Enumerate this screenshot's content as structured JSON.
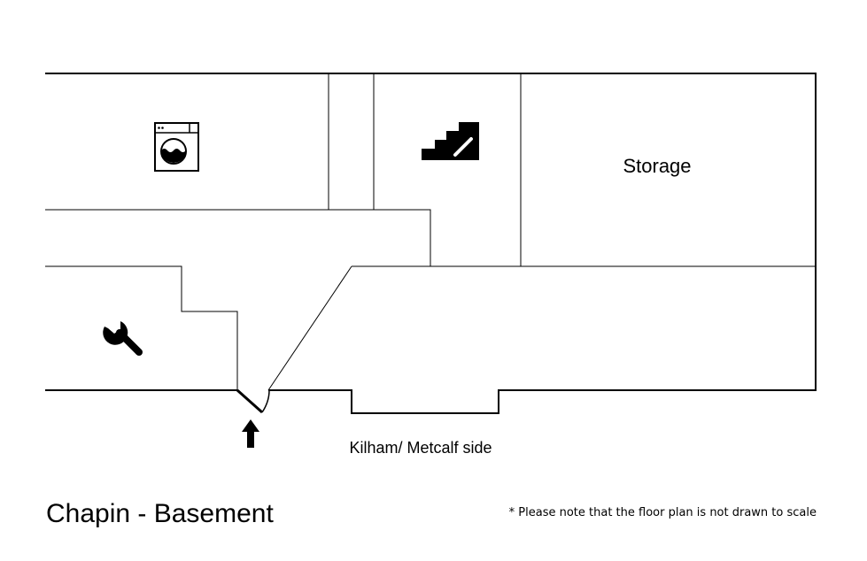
{
  "plan": {
    "title": "Chapin - Basement",
    "note": "* Please note that the floor plan is not drawn to scale",
    "rooms": {
      "storage_label": "Storage"
    },
    "entrance_label": "Kilham/ Metcalf side",
    "icons": {
      "laundry": "washing-machine-icon",
      "stairs": "stairs-icon",
      "maintenance": "wrench-icon",
      "entrance": "arrow-up-icon"
    }
  }
}
